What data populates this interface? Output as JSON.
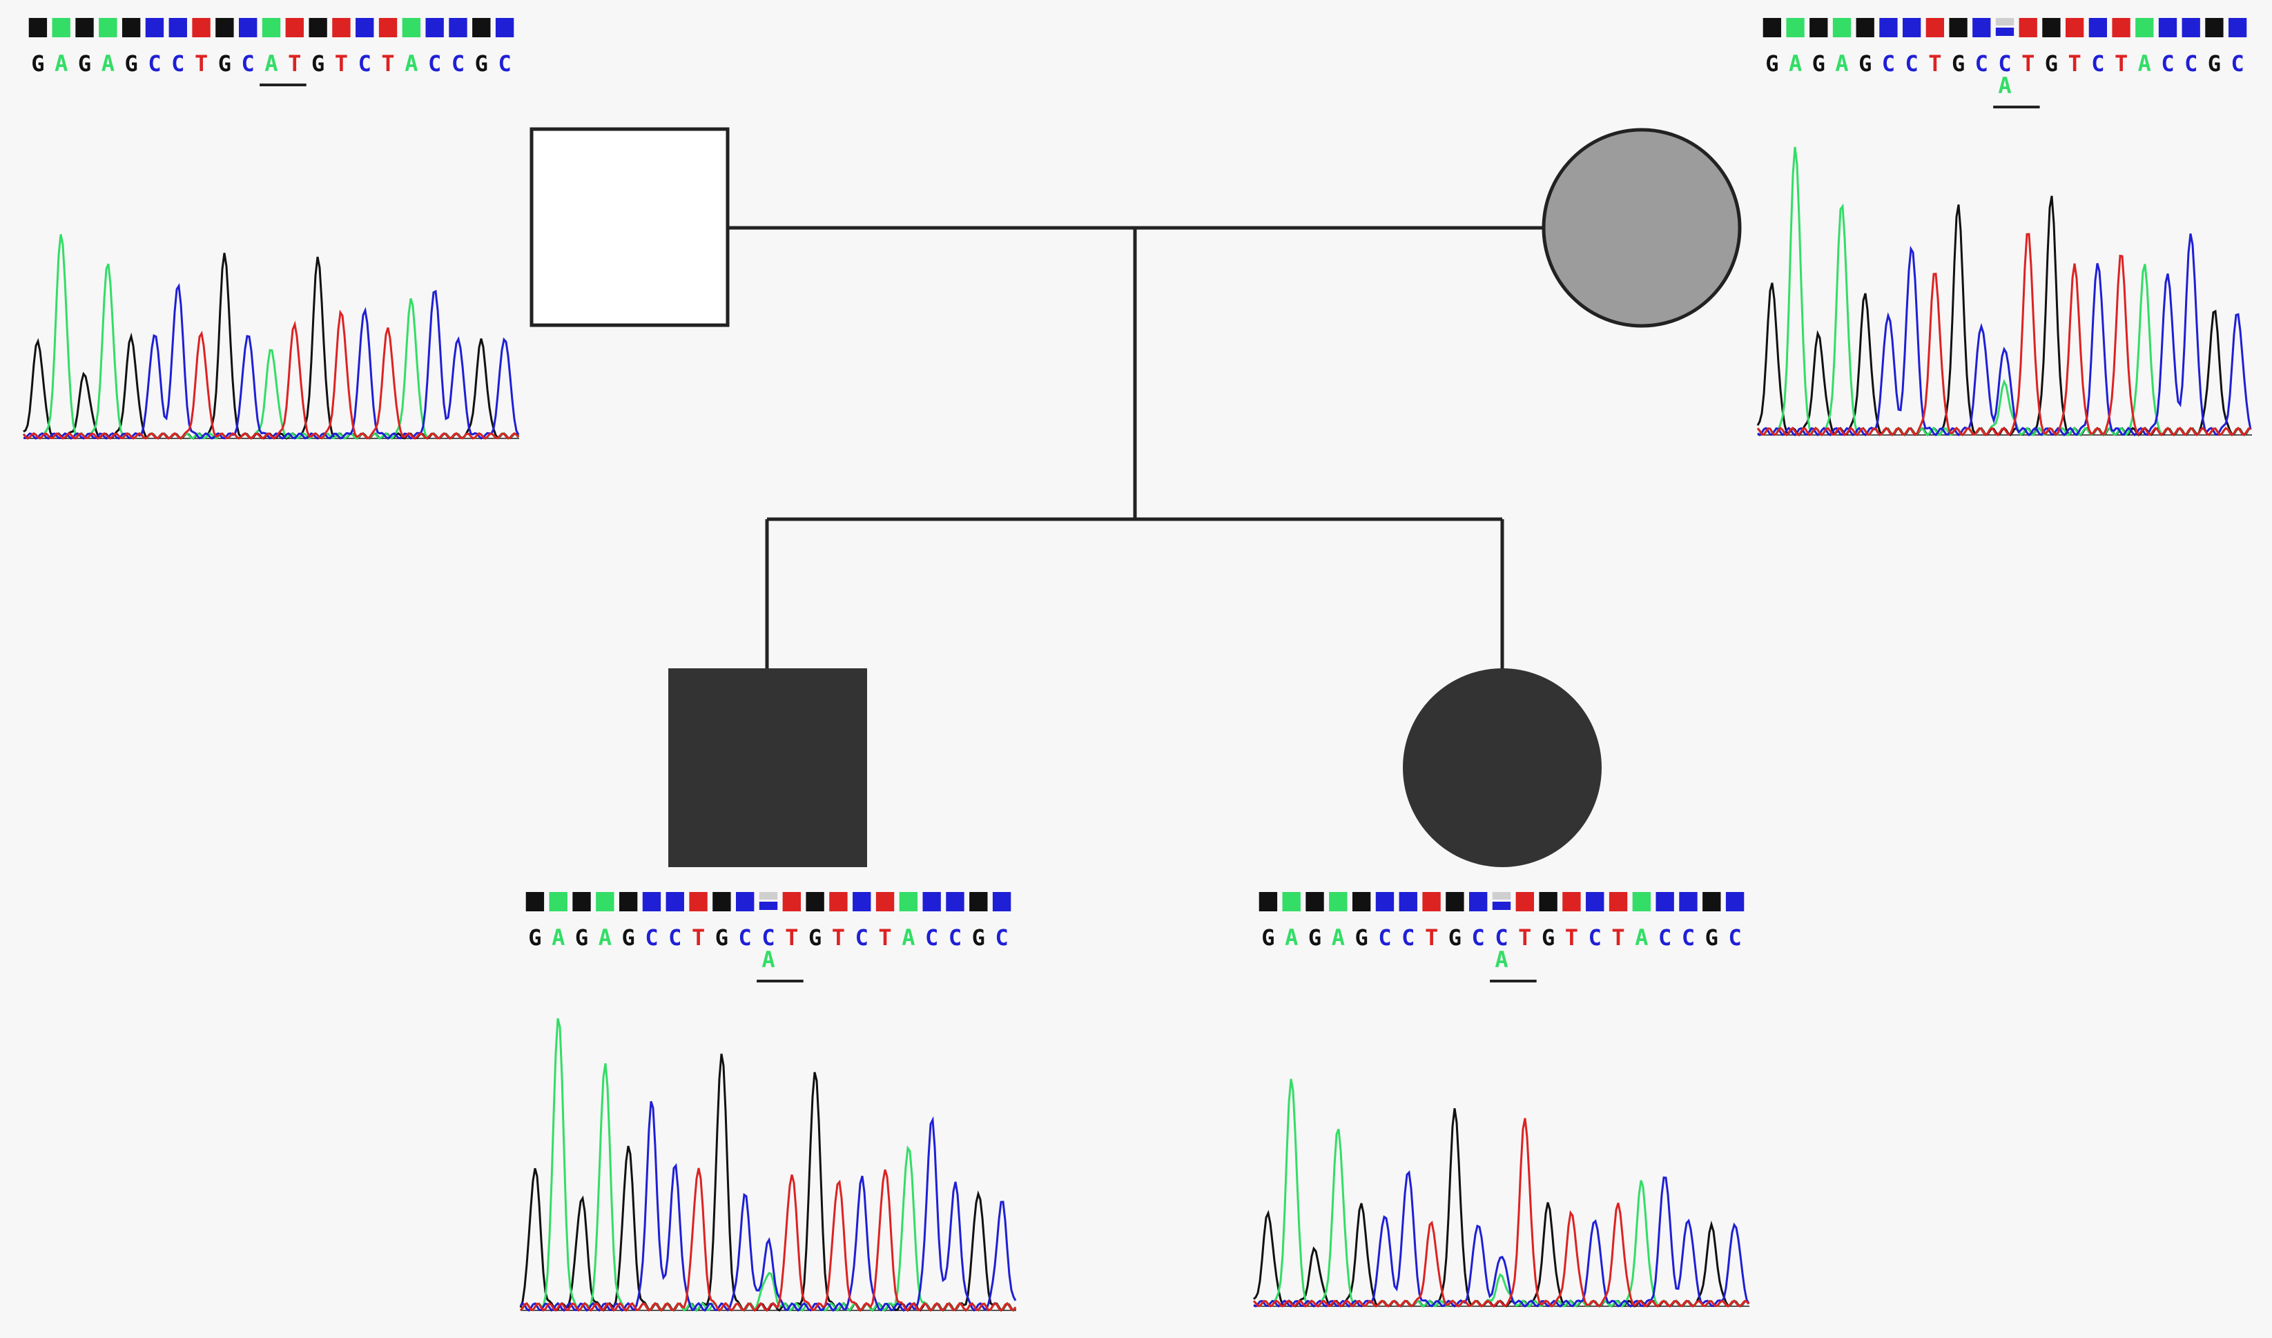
{
  "colors": {
    "A": "#33dd66",
    "C": "#1f1fd6",
    "G": "#111111",
    "T": "#dd2222",
    "unaffected_fill": "#ffffff",
    "carrier_fill": "#9c9c9c",
    "affected_fill": "#333333",
    "line": "#222222"
  },
  "individuals": [
    {
      "id": "father",
      "sex": "male",
      "status": "unaffected",
      "sequence": "GAGAGCCTGCATGTCTACCGC",
      "heterozygous": null,
      "underline": [
        10,
        11
      ],
      "peaks": [
        [
          "G",
          0.46
        ],
        [
          "A",
          0.98
        ],
        [
          "G",
          0.3
        ],
        [
          "A",
          0.84
        ],
        [
          "G",
          0.48
        ],
        [
          "C",
          0.5
        ],
        [
          "C",
          0.74
        ],
        [
          "T",
          0.5
        ],
        [
          "G",
          0.88
        ],
        [
          "C",
          0.5
        ],
        [
          "A",
          0.42
        ],
        [
          "T",
          0.54
        ],
        [
          "G",
          0.86
        ],
        [
          "T",
          0.6
        ],
        [
          "C",
          0.62
        ],
        [
          "T",
          0.52
        ],
        [
          "A",
          0.66
        ],
        [
          "C",
          0.72
        ],
        [
          "C",
          0.48
        ],
        [
          "G",
          0.46
        ],
        [
          "C",
          0.48
        ]
      ]
    },
    {
      "id": "mother",
      "sex": "female",
      "status": "carrier",
      "sequence": "GAGAGCCTGCCTGTCTACCGC",
      "heterozygous": {
        "index": 10,
        "alt": "A"
      },
      "underline": [
        10,
        11
      ],
      "peaks": [
        [
          "G",
          0.52
        ],
        [
          "A",
          1.0
        ],
        [
          "G",
          0.34
        ],
        [
          "A",
          0.8
        ],
        [
          "G",
          0.48
        ],
        [
          "C",
          0.42
        ],
        [
          "C",
          0.66
        ],
        [
          "T",
          0.56
        ],
        [
          "G",
          0.79
        ],
        [
          "C",
          0.38
        ],
        [
          "C",
          0.3
        ],
        [
          "T",
          0.7
        ],
        [
          "G",
          0.82
        ],
        [
          "T",
          0.58
        ],
        [
          "C",
          0.6
        ],
        [
          "T",
          0.62
        ],
        [
          "A",
          0.58
        ],
        [
          "C",
          0.56
        ],
        [
          "C",
          0.7
        ],
        [
          "G",
          0.42
        ],
        [
          "C",
          0.42
        ]
      ]
    },
    {
      "id": "son",
      "sex": "male",
      "status": "affected",
      "sequence": "GAGAGCCTGCCTGTCTACCGC",
      "heterozygous": {
        "index": 10,
        "alt": "A"
      },
      "underline": [
        10,
        11
      ],
      "peaks": [
        [
          "G",
          0.48
        ],
        [
          "A",
          1.0
        ],
        [
          "G",
          0.38
        ],
        [
          "A",
          0.84
        ],
        [
          "G",
          0.56
        ],
        [
          "C",
          0.7
        ],
        [
          "C",
          0.48
        ],
        [
          "T",
          0.48
        ],
        [
          "G",
          0.88
        ],
        [
          "C",
          0.38
        ],
        [
          "C",
          0.22
        ],
        [
          "T",
          0.46
        ],
        [
          "G",
          0.82
        ],
        [
          "T",
          0.44
        ],
        [
          "C",
          0.44
        ],
        [
          "T",
          0.48
        ],
        [
          "A",
          0.56
        ],
        [
          "C",
          0.64
        ],
        [
          "C",
          0.42
        ],
        [
          "G",
          0.4
        ],
        [
          "C",
          0.36
        ]
      ]
    },
    {
      "id": "daughter",
      "sex": "female",
      "status": "affected",
      "sequence": "GAGAGCCTGCCTGTCTACCGC",
      "heterozygous": {
        "index": 10,
        "alt": "A"
      },
      "underline": [
        10,
        11
      ],
      "peaks": [
        [
          "G",
          0.4
        ],
        [
          "A",
          1.0
        ],
        [
          "G",
          0.24
        ],
        [
          "A",
          0.78
        ],
        [
          "G",
          0.44
        ],
        [
          "C",
          0.4
        ],
        [
          "C",
          0.6
        ],
        [
          "T",
          0.36
        ],
        [
          "G",
          0.86
        ],
        [
          "C",
          0.36
        ],
        [
          "C",
          0.22
        ],
        [
          "T",
          0.82
        ],
        [
          "G",
          0.44
        ],
        [
          "T",
          0.4
        ],
        [
          "C",
          0.38
        ],
        [
          "T",
          0.44
        ],
        [
          "A",
          0.54
        ],
        [
          "C",
          0.58
        ],
        [
          "C",
          0.38
        ],
        [
          "G",
          0.34
        ],
        [
          "C",
          0.36
        ]
      ]
    }
  ]
}
